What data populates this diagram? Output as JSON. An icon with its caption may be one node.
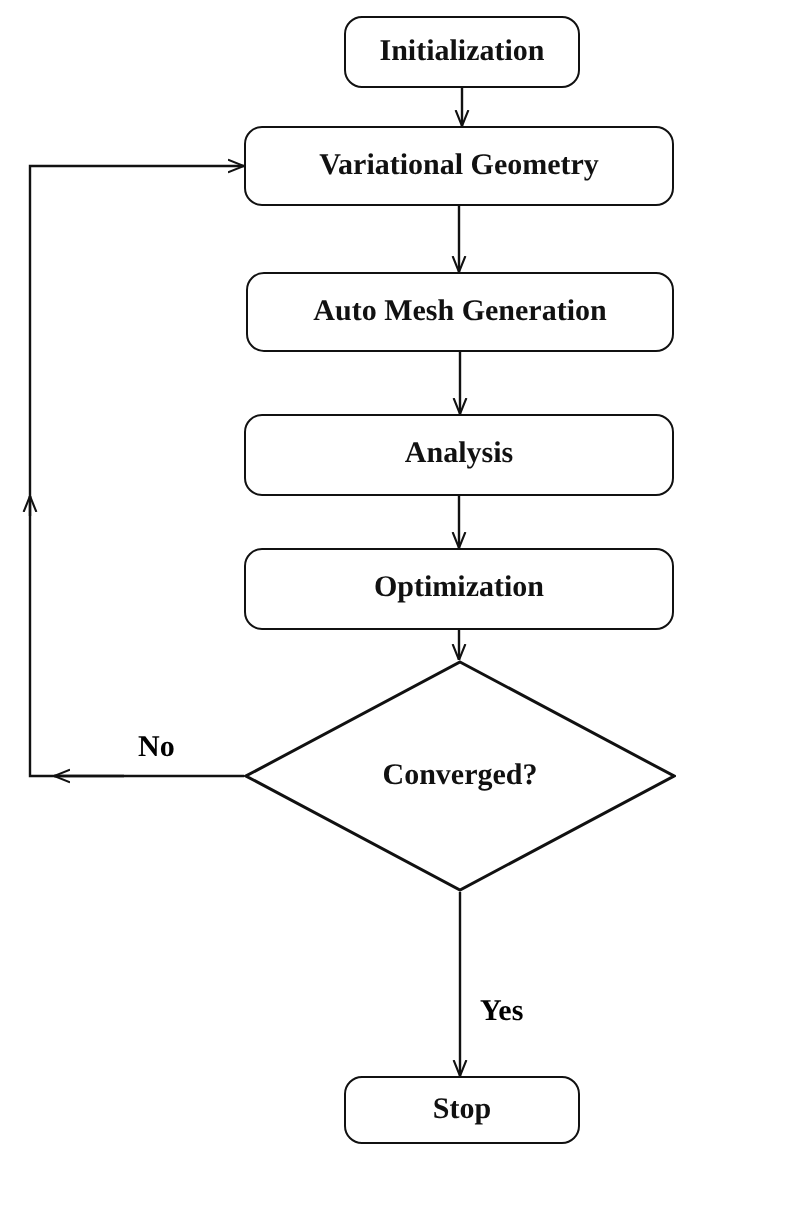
{
  "diagram": {
    "nodes": [
      {
        "text": [
          "Initialization"
        ]
      },
      {
        "text": [
          "Variational Geometry"
        ]
      },
      {
        "text": [
          "Auto Mesh Generation"
        ]
      },
      {
        "text": [
          "Analysis"
        ]
      },
      {
        "text": [
          "Optimization"
        ]
      },
      {
        "text": [
          "Converged?"
        ]
      },
      {
        "text": [
          "Stop"
        ]
      }
    ],
    "edges": [
      {
        "from": 0,
        "to": 1,
        "arrow": "to"
      },
      {
        "from": 1,
        "to": 2,
        "arrow": "to"
      },
      {
        "from": 2,
        "to": 3,
        "arrow": "to"
      },
      {
        "from": 3,
        "to": 4,
        "arrow": "to"
      },
      {
        "from": 4,
        "to": 5,
        "arrow": "to"
      },
      {
        "from": 5,
        "to": 6,
        "arrow": "to",
        "label": "Yes"
      },
      {
        "from": 5,
        "to": 1,
        "arrow": "to",
        "label": "No"
      }
    ]
  }
}
